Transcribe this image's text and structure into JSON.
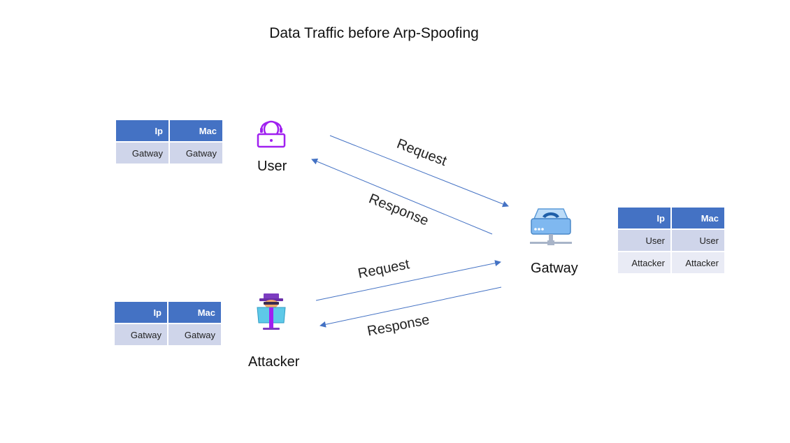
{
  "title": "Data Traffic before Arp-Spoofing",
  "nodes": {
    "user": {
      "label": "User"
    },
    "gateway": {
      "label": "Gatway"
    },
    "attacker": {
      "label": "Attacker"
    }
  },
  "tables": {
    "user": {
      "headers": [
        "Ip",
        "Mac"
      ],
      "rows": [
        [
          "Gatway",
          "Gatway"
        ]
      ]
    },
    "gateway": {
      "headers": [
        "Ip",
        "Mac"
      ],
      "rows": [
        [
          "User",
          "User"
        ],
        [
          "Attacker",
          "Attacker"
        ]
      ]
    },
    "attacker": {
      "headers": [
        "Ip",
        "Mac"
      ],
      "rows": [
        [
          "Gatway",
          "Gatway"
        ]
      ]
    }
  },
  "edges": {
    "user_request": "Request",
    "user_response": "Response",
    "attacker_request": "Request",
    "attacker_response": "Response"
  },
  "colors": {
    "arrow": "#4472c4",
    "table_header": "#4472c4",
    "table_row_dark": "#cfd5ea",
    "table_row_light": "#e9ebf5",
    "user_icon": "#a020f0",
    "gateway_icon": "#7fb8f0",
    "attacker_icon": "#5ec9e8"
  }
}
